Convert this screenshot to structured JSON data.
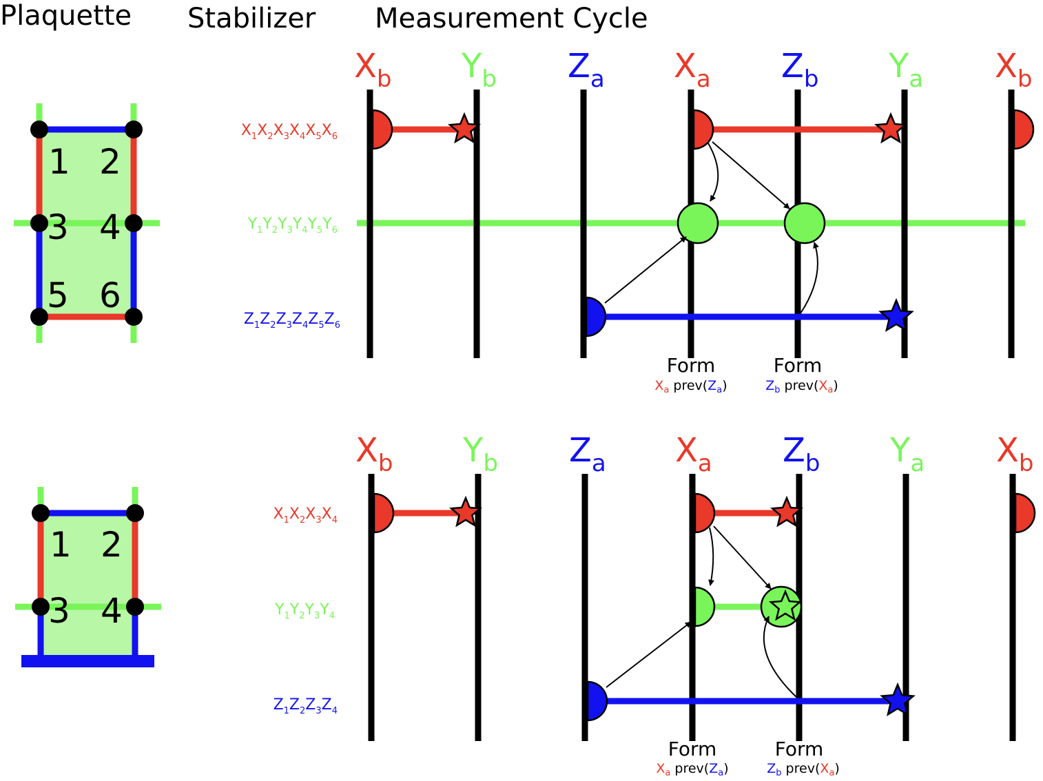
{
  "headers": {
    "plaquette": "Plaquette",
    "stabilizer": "Stabilizer",
    "cycle": "Measurement Cycle"
  },
  "colors": {
    "red": "#e8392a",
    "green": "#79f55a",
    "blue": "#1212f0",
    "black": "#000000",
    "plaquette_fill": "#b8f7a6"
  },
  "columns": [
    {
      "main": "X",
      "sub": "b",
      "color": "red"
    },
    {
      "main": "Y",
      "sub": "b",
      "color": "green"
    },
    {
      "main": "Z",
      "sub": "a",
      "color": "blue"
    },
    {
      "main": "X",
      "sub": "a",
      "color": "red"
    },
    {
      "main": "Z",
      "sub": "b",
      "color": "blue"
    },
    {
      "main": "Y",
      "sub": "a",
      "color": "green"
    },
    {
      "main": "X",
      "sub": "b",
      "color": "red"
    }
  ],
  "panel1": {
    "plaquette_numbers": [
      "1",
      "2",
      "3",
      "4",
      "5",
      "6"
    ],
    "stabilizers": [
      {
        "letter": "X",
        "indices": [
          "1",
          "2",
          "3",
          "4",
          "5",
          "6"
        ],
        "color": "red"
      },
      {
        "letter": "Y",
        "indices": [
          "1",
          "2",
          "3",
          "4",
          "5",
          "6"
        ],
        "color": "green"
      },
      {
        "letter": "Z",
        "indices": [
          "1",
          "2",
          "3",
          "4",
          "5",
          "6"
        ],
        "color": "blue"
      }
    ],
    "forms": [
      {
        "word": "Form",
        "a": "X",
        "a_sub": "a",
        "prev": "prev(",
        "b": "Z",
        "b_sub": "a",
        "close": ")"
      },
      {
        "word": "Form",
        "a": "Z",
        "a_sub": "b",
        "prev": "prev(",
        "b": "X",
        "b_sub": "a",
        "close": ")"
      }
    ]
  },
  "panel2": {
    "plaquette_numbers": [
      "1",
      "2",
      "3",
      "4"
    ],
    "stabilizers": [
      {
        "letter": "X",
        "indices": [
          "1",
          "2",
          "3",
          "4"
        ],
        "color": "red"
      },
      {
        "letter": "Y",
        "indices": [
          "1",
          "2",
          "3",
          "4"
        ],
        "color": "green"
      },
      {
        "letter": "Z",
        "indices": [
          "1",
          "2",
          "3",
          "4"
        ],
        "color": "blue"
      }
    ],
    "forms": [
      {
        "word": "Form",
        "a": "X",
        "a_sub": "a",
        "prev": "prev(",
        "b": "Z",
        "b_sub": "a",
        "close": ")"
      },
      {
        "word": "Form",
        "a": "Z",
        "a_sub": "b",
        "prev": "prev(",
        "b": "X",
        "b_sub": "a",
        "close": ")"
      }
    ]
  }
}
